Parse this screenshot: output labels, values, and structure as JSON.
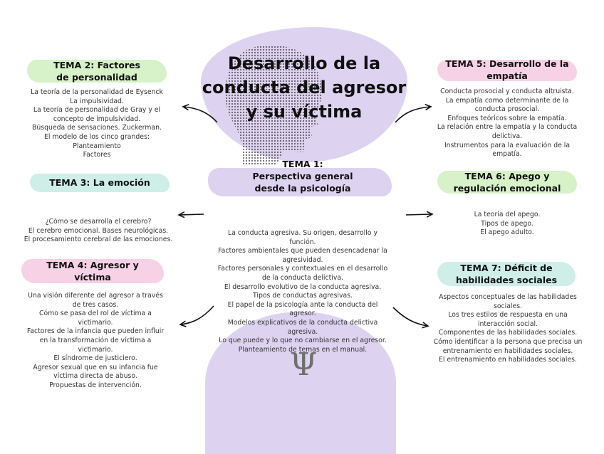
{
  "title_lines": [
    "Desarrollo de la",
    "conducta del agresor",
    "y su víctima"
  ],
  "colors": {
    "lavender": "#ddd3f0",
    "green": "#d7f1c9",
    "pink": "#f7d2e6",
    "teal": "#cfeee8"
  },
  "center_icon": "psi-symbol",
  "tema1": {
    "heading": [
      "TEMA 1:",
      "Perspectiva general",
      "desde la psicología"
    ],
    "items": [
      "La conducta agresiva. Su origen, desarrollo y función.",
      "Factores ambientales que pueden desencadenar la agresividad.",
      "Factores personales y contextuales en el desarrollo de la conducta delictiva.",
      "El desarrollo evolutivo de la conducta agresiva.",
      "Tipos de conductas agresivas.",
      "El papel de la psicología ante la conducta del agresor.",
      "Modelos explicativos de la conducta delictiva agresiva.",
      "Lo que puede y lo que no cambiarse en el agresor.",
      "Planteamiento de temas en el manual."
    ]
  },
  "tema2": {
    "heading": [
      "TEMA 2: Factores",
      "de personalidad"
    ],
    "items": [
      "La teoría de la personalidad de Eysenck",
      "La impulsividad.",
      "La teoría de personalidad de Gray y el concepto de impulsividad.",
      "Búsqueda de sensaciones. Zuckerman.",
      "El modelo de los cinco grandes:",
      "Planteamiento",
      "Factores"
    ]
  },
  "tema3": {
    "heading": [
      "TEMA 3: La emoción"
    ],
    "items": [
      "¿Cómo se desarrolla el cerebro?",
      "El cerebro emocional. Bases neurológicas.",
      "El procesamiento cerebral de las emociones."
    ]
  },
  "tema4": {
    "heading": [
      "TEMA 4: Agresor y",
      "víctima"
    ],
    "items": [
      "Una visión diferente del agresor a través de tres casos.",
      "Cómo se pasa del rol de víctima a victimario.",
      "Factores de la infancia que pueden influir en la transformación de víctima a victimario.",
      "El síndrome de justiciero.",
      "Agresor sexual que en su infancia fue víctima directa de abuso.",
      "Propuestas de intervención."
    ]
  },
  "tema5": {
    "heading": [
      "TEMA 5: Desarrollo de la",
      "empatía"
    ],
    "items": [
      "Conducta prosocial y conducta altruista.",
      "La empatía como determinante de la conducta prosocial.",
      "Enfoques teóricos sobre la empatía.",
      "La relación entre la empatía y la conducta delictiva.",
      "Instrumentos para la evaluación de la empatía."
    ]
  },
  "tema6": {
    "heading": [
      "TEMA 6: Apego y",
      "regulación emocional"
    ],
    "items": [
      "La teoría del apego.",
      "Tipos de apego.",
      "El apego adulto."
    ]
  },
  "tema7": {
    "heading": [
      "TEMA 7: Déficit de",
      "habilidades sociales"
    ],
    "items": [
      "Aspectos conceptuales de las habilidades sociales.",
      "Los tres estilos de respuesta en una interacción social.",
      "Componentes de las habilidades sociales.",
      "Cómo identificar a la persona que precisa un entrenamiento en habilidades sociales.",
      "El entrenamiento en habilidades sociales."
    ]
  }
}
